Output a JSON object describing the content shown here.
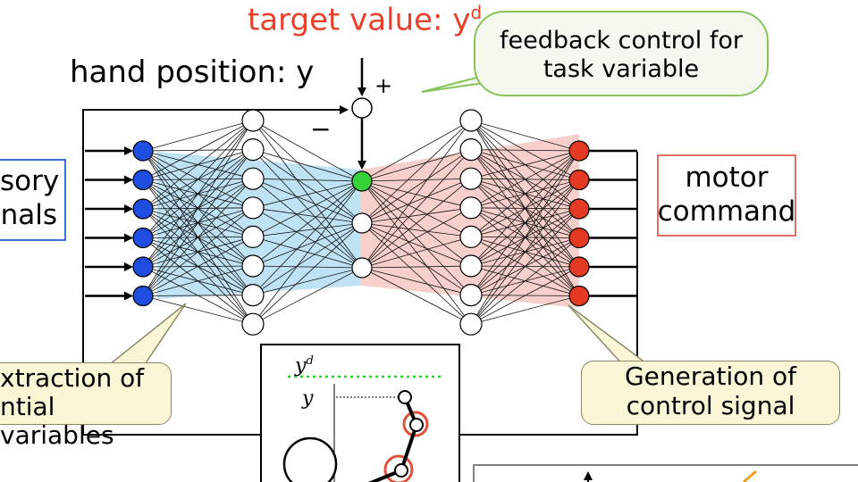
{
  "header": {
    "target_label": "target value: y",
    "target_sup": "d",
    "hand_label": "hand position: y",
    "plus_sign": "+",
    "minus_sign": "−"
  },
  "callouts": {
    "feedback": {
      "line1": "feedback control for",
      "line2": "task variable"
    },
    "extraction": {
      "line1": "xtraction of",
      "line2": "ntial variables"
    },
    "generation": {
      "line1": "Generation of",
      "line2": "control signal"
    }
  },
  "sensory_box": {
    "line1": "sory",
    "line2": "nals"
  },
  "motor_box": {
    "line1": "motor",
    "line2": "command"
  },
  "inset": {
    "yd_label": "y",
    "yd_sup": "d",
    "y_label": "y"
  },
  "network": {
    "input_layer_count": 6,
    "hidden_left_count": 8,
    "center_count": 4,
    "hidden_right_count": 8,
    "output_layer_count": 6
  },
  "colors": {
    "target_text": "#e8402a",
    "input_node": "#1f4de0",
    "output_node": "#e53a22",
    "selected_node": "#35d23a",
    "left_fan": "#bfe3f5",
    "right_fan": "#f7d0cb",
    "callout_feedback_border": "#86c45a",
    "callout_feedback_fill": "#f4f8ee",
    "callout_yellow_fill": "#fbf6d6",
    "sensory_border": "#3a6fd8",
    "motor_border": "#e0705f",
    "yd_dotted": "#2fcf2f",
    "joint_ring": "#e0503a"
  }
}
